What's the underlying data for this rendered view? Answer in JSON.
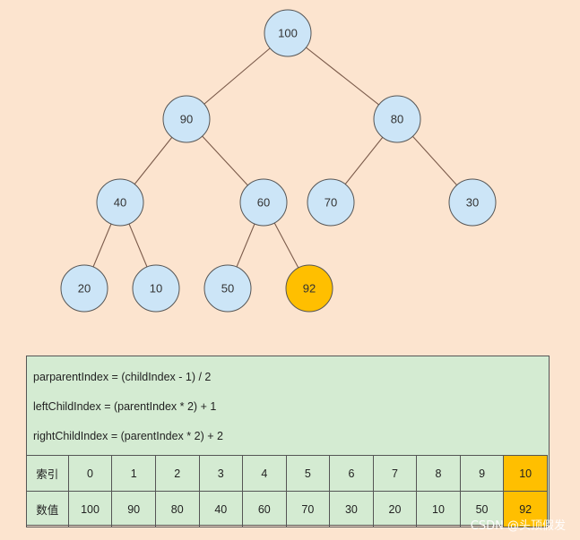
{
  "tree": {
    "nodes": [
      {
        "id": 0,
        "value": "100",
        "highlight": false
      },
      {
        "id": 1,
        "value": "90",
        "highlight": false
      },
      {
        "id": 2,
        "value": "80",
        "highlight": false
      },
      {
        "id": 3,
        "value": "40",
        "highlight": false
      },
      {
        "id": 4,
        "value": "60",
        "highlight": false
      },
      {
        "id": 5,
        "value": "70",
        "highlight": false
      },
      {
        "id": 6,
        "value": "30",
        "highlight": false
      },
      {
        "id": 7,
        "value": "20",
        "highlight": false
      },
      {
        "id": 8,
        "value": "10",
        "highlight": false
      },
      {
        "id": 9,
        "value": "50",
        "highlight": false
      },
      {
        "id": 10,
        "value": "92",
        "highlight": true
      }
    ],
    "edges": [
      [
        0,
        1
      ],
      [
        0,
        2
      ],
      [
        1,
        3
      ],
      [
        1,
        4
      ],
      [
        2,
        5
      ],
      [
        2,
        6
      ],
      [
        3,
        7
      ],
      [
        3,
        8
      ],
      [
        4,
        9
      ],
      [
        4,
        10
      ]
    ],
    "colors": {
      "node_fill": "#cce5f7",
      "node_stroke": "#555555",
      "highlight_fill": "#ffbf00",
      "edge": "#7a5a4a"
    }
  },
  "formulas": {
    "parent": "parparentIndex = (childIndex - 1) / 2",
    "left": "leftChildIndex = (parentIndex * 2) + 1",
    "right": "rightChildIndex = (parentIndex * 2) + 2"
  },
  "array_table": {
    "index_label": "索引",
    "value_label": "数值",
    "indices": [
      "0",
      "1",
      "2",
      "3",
      "4",
      "5",
      "6",
      "7",
      "8",
      "9",
      "10"
    ],
    "values": [
      "100",
      "90",
      "80",
      "40",
      "60",
      "70",
      "30",
      "20",
      "10",
      "50",
      "92"
    ],
    "highlight_index": 10
  },
  "watermark": "CSDN @头顶假发"
}
